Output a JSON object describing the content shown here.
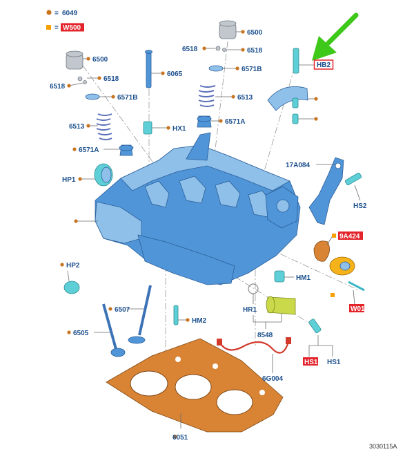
{
  "legend": {
    "dot_color": "#c9741f",
    "square_color": "#f5a000",
    "equals": "=",
    "dot_code": "6049",
    "square_code": "W500"
  },
  "colors": {
    "label_blue": "#1b4f8c",
    "highlight_red": "#e3242b",
    "arrow_green": "#3ec81a",
    "head_blue": "#4f95d8",
    "gasket_orange": "#d98434"
  },
  "labels": {
    "l6500a": "6500",
    "l6518a": "6518",
    "l6518b": "6518",
    "l6571Ba": "6571B",
    "l6513a": "6513",
    "l6571Aa": "6571A",
    "l6500b": "6500",
    "l6518c": "6518",
    "l6518d": "6518",
    "l6571Bb": "6571B",
    "l6513b": "6513",
    "l6571Ab": "6571A",
    "l6065": "6065",
    "lHX1": "HX1",
    "lHP1": "HP1",
    "lHP2": "HP2",
    "l6507": "6507",
    "l6505": "6505",
    "lHM2": "HM2",
    "l6051": "6051",
    "lHB2": "HB2",
    "l17A084": "17A084",
    "lHS2": "HS2",
    "l9A424": "9A424",
    "lHM1": "HM1",
    "lW01": "W01",
    "lHR1": "HR1",
    "l8548": "8548",
    "l6G004": "6G004",
    "lHS1": "HS1",
    "lHS1r": "HS1",
    "figure_id": "3030115A"
  }
}
